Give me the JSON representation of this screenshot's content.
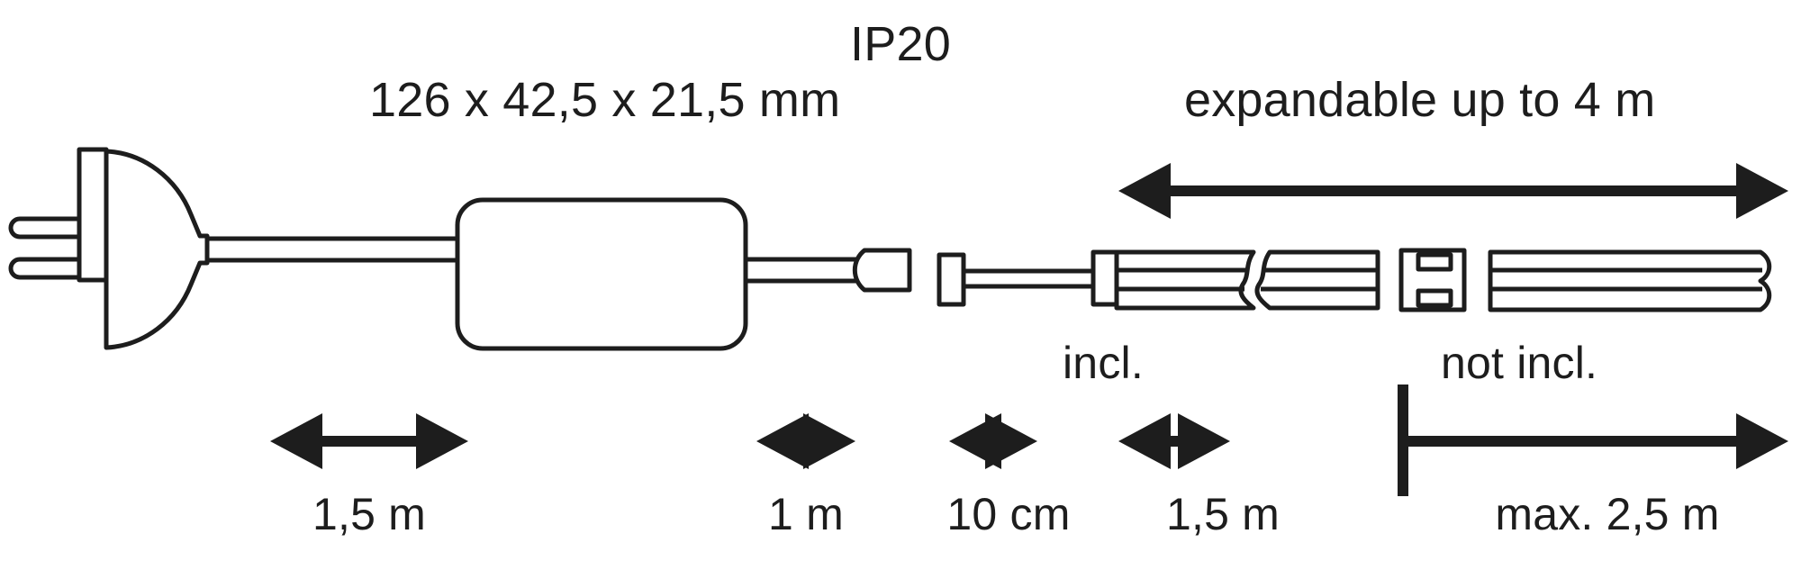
{
  "diagram": {
    "title_ip_rating": "IP20",
    "transformer_dimensions": "126 x 42,5 x 21,5 mm",
    "expandable_note": "expandable up to 4 m",
    "included_label": "incl.",
    "not_included_label": "not incl.",
    "stroke_color": "#1d1d1d",
    "fill_color": "#ffffff",
    "background_color": "#ffffff"
  },
  "measurements": [
    {
      "id": "mains-cable",
      "label": "1,5 m"
    },
    {
      "id": "output-cable",
      "label": "1 m"
    },
    {
      "id": "connector-lead",
      "label": "10 cm"
    },
    {
      "id": "strip-included",
      "label": "1,5 m"
    },
    {
      "id": "strip-extension",
      "label": "max. 2,5 m"
    }
  ],
  "parts": [
    {
      "id": "mains-plug",
      "name": "mains-plug"
    },
    {
      "id": "power-supply-unit",
      "name": "power-supply-unit"
    },
    {
      "id": "dc-connector",
      "name": "dc-connector"
    },
    {
      "id": "socket-block",
      "name": "socket-block"
    },
    {
      "id": "strip-start-clip",
      "name": "strip-start-clip"
    },
    {
      "id": "led-strip",
      "name": "led-strip"
    },
    {
      "id": "coupler",
      "name": "coupler"
    },
    {
      "id": "extension-strip",
      "name": "extension-strip"
    }
  ]
}
